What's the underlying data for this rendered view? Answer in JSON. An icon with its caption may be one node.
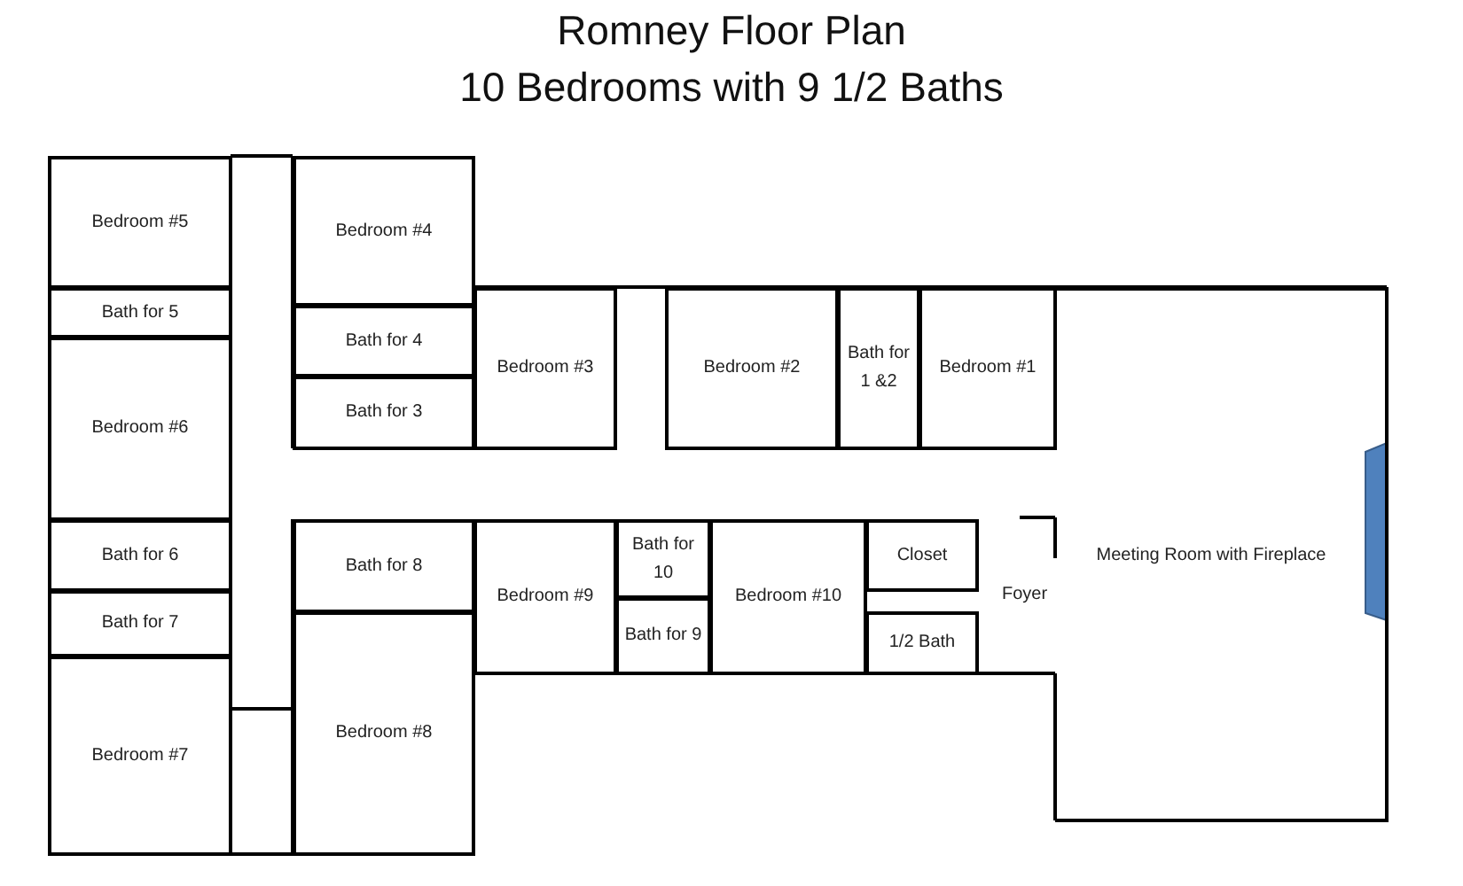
{
  "diagram": {
    "title": "Romney Floor Plan",
    "nodes": [
      {
        "text": [
          "Bedroom #5"
        ]
      },
      {
        "text": [
          "Bedroom #4"
        ]
      },
      {
        "text": [
          "Bath for 5"
        ]
      },
      {
        "text": [
          "Bath for 4"
        ]
      },
      {
        "text": [
          "Bedroom #3"
        ]
      },
      {
        "text": [
          "Bedroom #2"
        ]
      },
      {
        "text": [
          "Bath for 1 &2"
        ]
      },
      {
        "text": [
          "Bedroom #1"
        ]
      },
      {
        "text": [
          "Bath for 3"
        ]
      },
      {
        "text": [
          "Bedroom #6"
        ]
      },
      {
        "text": [
          "Bath for 6"
        ]
      },
      {
        "text": [
          "Bath for 8"
        ]
      },
      {
        "text": [
          "Bedroom #9"
        ]
      },
      {
        "text": [
          "Bath for 10"
        ]
      },
      {
        "text": [
          "Bedroom #10"
        ]
      },
      {
        "text": [
          "Closet"
        ]
      },
      {
        "text": [
          "Meeting Room with Fireplace"
        ]
      },
      {
        "text": [
          "Bath for 9"
        ]
      },
      {
        "text": [
          "1/2 Bath"
        ]
      },
      {
        "text": [
          "Bath for 7"
        ]
      },
      {
        "text": [
          "Bedroom #8"
        ]
      },
      {
        "text": [
          "Bedroom #7"
        ]
      }
    ],
    "labels": [
      "10 Bedrooms with 9 1/2 Baths",
      "Foyer"
    ]
  }
}
